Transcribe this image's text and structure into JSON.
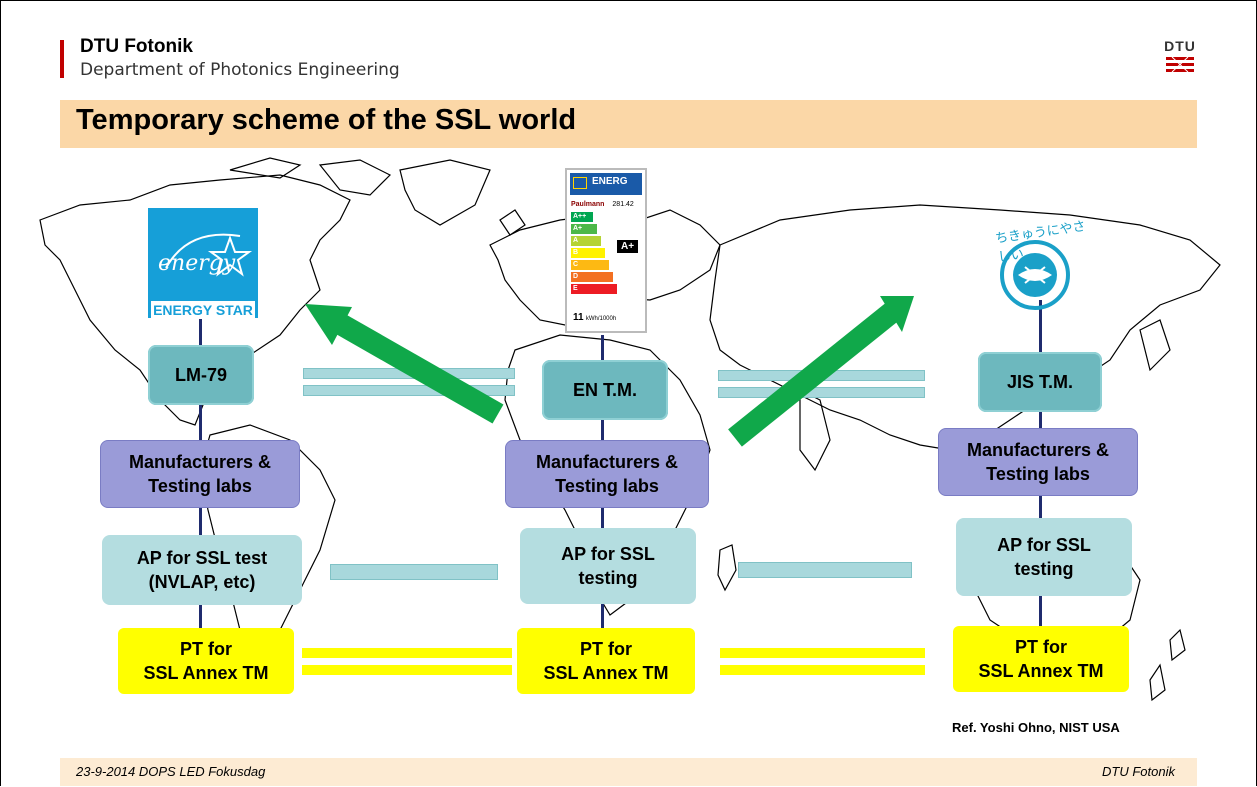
{
  "header": {
    "org": "DTU Fotonik",
    "department": "Department of Photonics Engineering",
    "logo_text": "DTU"
  },
  "title": "Temporary scheme of the SSL world",
  "usa": {
    "label_logo": "ENERGY STAR",
    "method": "LM-79",
    "labs": "Manufacturers & Testing labs",
    "ap_line1": "AP for SSL test",
    "ap_line2": "(NVLAP, etc)",
    "pt_line1": "PT for",
    "pt_line2": "SSL Annex TM"
  },
  "europe": {
    "label_header": "ENERG",
    "label_brand": "Paulmann",
    "label_model": "281.42",
    "label_classes": [
      "A++",
      "A+",
      "A",
      "B",
      "C",
      "D",
      "E"
    ],
    "label_class_rating": "A+",
    "label_consumption": "11",
    "label_unit": "kWh/1000h",
    "method": "EN T.M.",
    "labs": "Manufacturers & Testing labs",
    "ap_line1": "AP for SSL",
    "ap_line2": "testing",
    "pt_line1": "PT for",
    "pt_line2": "SSL Annex TM"
  },
  "japan": {
    "label_logo": "ちきゅうにやさしい",
    "method": "JIS T.M.",
    "labs": "Manufacturers & Testing labs",
    "ap_line1": "AP for SSL",
    "ap_line2": "testing",
    "pt_line1": "PT for",
    "pt_line2": "SSL Annex TM"
  },
  "reference": "Ref. Yoshi Ohno, NIST USA",
  "footer": {
    "date_event": "23-9-2014  DOPS LED Fokusdag",
    "right": "DTU Fotonik"
  },
  "colors": {
    "title_bar": "#fbd7a7",
    "footer_bar": "#fdebd3",
    "method_box": "#6db8be",
    "labs_box": "#9a9bd8",
    "ap_box": "#b4dde0",
    "pt_box": "#ffff00",
    "arrow": "#10a84a",
    "accent_red": "#c00000"
  }
}
